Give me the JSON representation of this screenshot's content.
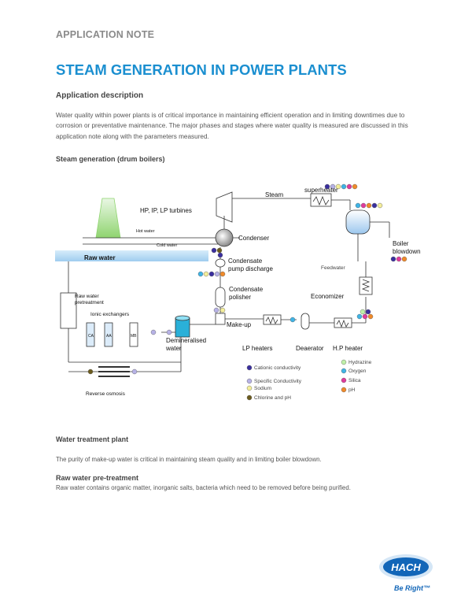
{
  "header": {
    "label": "APPLICATION NOTE"
  },
  "title": "STEAM GENERATION IN POWER PLANTS",
  "sections": {
    "app_desc_heading": "Application description",
    "app_desc_body": "Water quality within power plants is of critical importance in maintaining efficient operation and in limiting downtimes due to corrosion or preventative maintenance.  The major phases and stages where water quality is measured are discussed in this application note along with the parameters measured.",
    "steam_gen_heading": "Steam generation (drum boilers)",
    "wtp_heading": "Water treatment plant",
    "wtp_body": "The purity of make-up water is critical in maintaining steam quality and in limiting boiler blowdown.",
    "raw_heading": "Raw water pre-treatment",
    "raw_body": "Raw water contains organic matter, inorganic salts, bacteria which need to be removed before being purified."
  },
  "diagram": {
    "steam": "Steam",
    "superheater": "superheater",
    "turbines": "HP, IP, LP turbines",
    "hot_water": "Hot  water",
    "cold_water": "Cold water",
    "condenser": "Condenser",
    "raw_water": "Raw water",
    "condensate_pump_1": "Condensate",
    "condensate_pump_2": "pump discharge",
    "condensate_polisher_1": "Condensate",
    "condensate_polisher_2": "polisher",
    "boiler_blowdown_1": "Boiler",
    "boiler_blowdown_2": "blowdown",
    "feedwater": "Feedwater",
    "economizer": "Economizer",
    "raw_pretreat_1": "Raw water",
    "raw_pretreat_2": "pretreatment",
    "ion_exchangers": "Ionic exchangers",
    "ca": "CA",
    "aa": "AA",
    "mb": "MB",
    "demin_1": "Demineralised",
    "demin_2": "water",
    "makeup": "Make-up",
    "lp_heaters": "LP heaters",
    "deaerator": "Deaerator",
    "hp_heater": "H.P heater",
    "reverse_osmosis": "Reverse osmosis",
    "legend": {
      "cationic": "Cationic conductivity",
      "specific": "Specific Conductivity",
      "sodium": "Sodium",
      "chlorine_ph": "Chlorine and pH",
      "hydrazine": "Hydrazine",
      "oxygen": "Oxygen",
      "silica": "Silica",
      "ph": "pH"
    },
    "colors": {
      "cationic": "#3a2f9e",
      "specific": "#b7b2e6",
      "sodium": "#f4ee9a",
      "chlorine_ph": "#6b5b1e",
      "hydrazine": "#bff0a8",
      "oxygen": "#3fb4e6",
      "silica": "#e03b9c",
      "ph": "#f08a2a"
    }
  },
  "logo": {
    "brand": "HACH",
    "tagline": "Be Right™"
  }
}
